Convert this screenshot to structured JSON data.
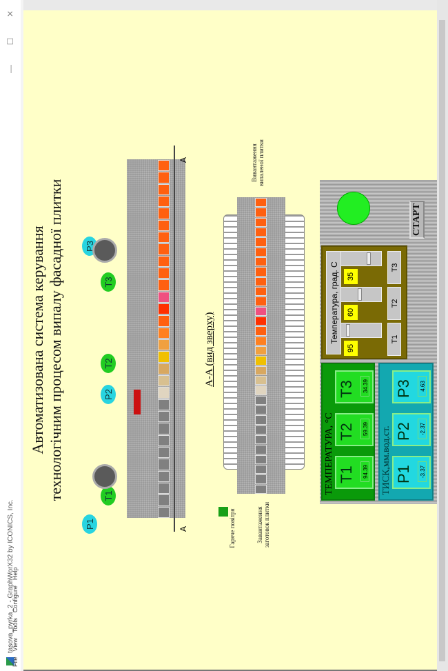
{
  "window": {
    "title": "tasova_pyrka_2 - GraphWorX32 by ICONICS, Inc.",
    "menu": [
      "File",
      "View",
      "Tools",
      "Configure",
      "Help"
    ],
    "controls": [
      "minimize",
      "maximize",
      "close"
    ]
  },
  "header": {
    "line1": "Автоматизована система керування",
    "line2": "технологічним процесом випалу фасадної плитки"
  },
  "diagram": {
    "section_marker": "A",
    "section_title": "А-А (вид зверху)",
    "label_hot_air": "Гаряче повітря",
    "label_load": "Завантаження заготовок плитки",
    "label_unload": "Вивантаження випаленої плитки",
    "sensor_tags": [
      "P1",
      "T1",
      "P2",
      "T2",
      "T3",
      "P3"
    ],
    "tile_colors": [
      "#808080",
      "#808080",
      "#808080",
      "#808080",
      "#808080",
      "#808080",
      "#808080",
      "#808080",
      "#808080",
      "#808080",
      "#e0d5c0",
      "#d8c090",
      "#d8a860",
      "#f0c000",
      "#f0a040",
      "#ff8020",
      "#ff6010",
      "#ff3000",
      "#f05080",
      "#ff6010",
      "#ff6010",
      "#ff6010",
      "#ff6010",
      "#ff6010",
      "#ff6010",
      "#ff6010",
      "#ff6010",
      "#ff6010",
      "#ff6010",
      "#ff6010"
    ]
  },
  "temperature_panel": {
    "title": "ТЕМПЕРАТУРА, °С",
    "items": [
      {
        "label": "T1",
        "value": "94.39"
      },
      {
        "label": "T2",
        "value": "59.39"
      },
      {
        "label": "T3",
        "value": "34.39"
      }
    ]
  },
  "pressure_panel": {
    "title": "ТИСК,мм.вод.ст.",
    "items": [
      {
        "label": "P1",
        "value": "-3.37"
      },
      {
        "label": "P2",
        "value": "-2.37"
      },
      {
        "label": "P3",
        "value": "4.63"
      }
    ]
  },
  "setpoints": {
    "title": "Температура, град. С",
    "items": [
      {
        "label": "T1",
        "value": "95",
        "level": 0.95
      },
      {
        "label": "T2",
        "value": "60",
        "level": 0.6
      },
      {
        "label": "T3",
        "value": "35",
        "level": 0.35
      }
    ]
  },
  "controls": {
    "start_label": "СТАРТ",
    "status_lamp": "on",
    "lamp_color": "#22ee22"
  }
}
